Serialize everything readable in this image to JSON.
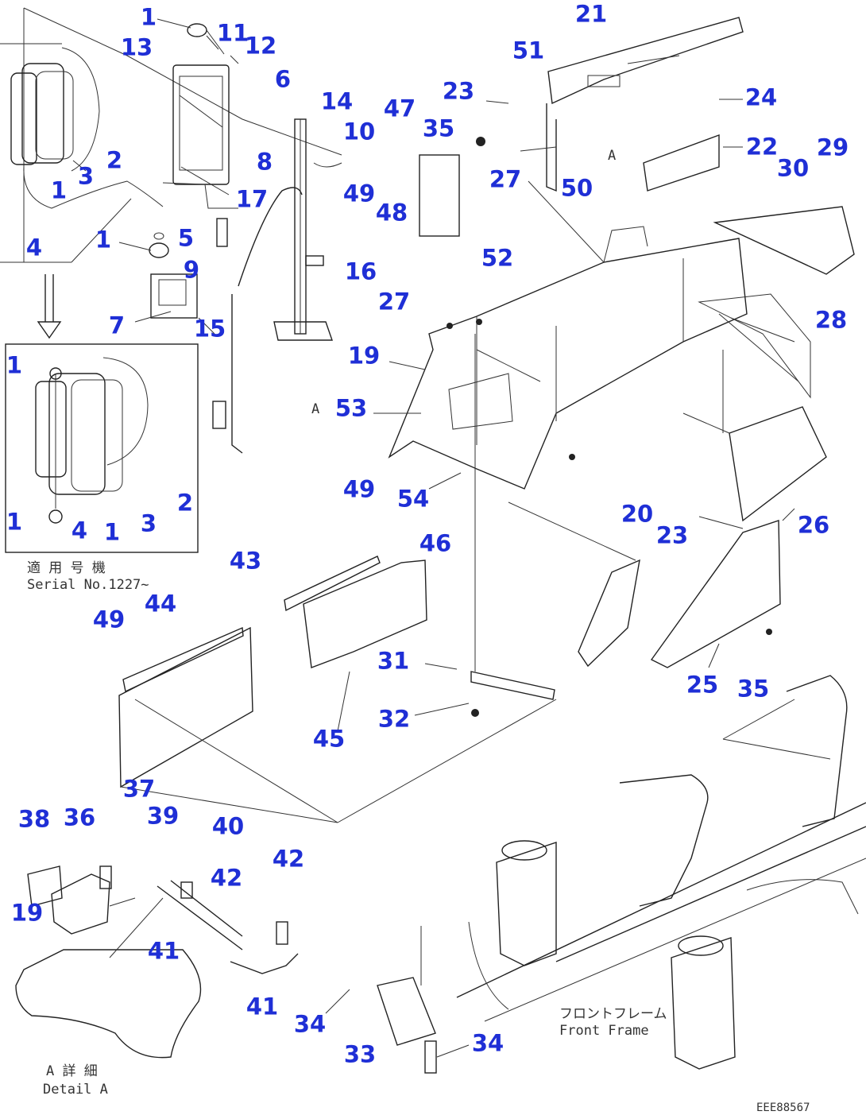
{
  "callouts": [
    {
      "id": "1a",
      "label": "1"
    },
    {
      "id": "11",
      "label": "11"
    },
    {
      "id": "12",
      "label": "12"
    },
    {
      "id": "13",
      "label": "13"
    },
    {
      "id": "6",
      "label": "6"
    },
    {
      "id": "2a",
      "label": "2"
    },
    {
      "id": "3a",
      "label": "3"
    },
    {
      "id": "1b",
      "label": "1"
    },
    {
      "id": "4a",
      "label": "4"
    },
    {
      "id": "8",
      "label": "8"
    },
    {
      "id": "17",
      "label": "17"
    },
    {
      "id": "5",
      "label": "5"
    },
    {
      "id": "1c",
      "label": "1"
    },
    {
      "id": "9",
      "label": "9"
    },
    {
      "id": "7",
      "label": "7"
    },
    {
      "id": "15",
      "label": "15"
    },
    {
      "id": "14",
      "label": "14"
    },
    {
      "id": "10",
      "label": "10"
    },
    {
      "id": "16",
      "label": "16"
    },
    {
      "id": "47",
      "label": "47"
    },
    {
      "id": "35a",
      "label": "35"
    },
    {
      "id": "49a",
      "label": "49"
    },
    {
      "id": "48",
      "label": "48"
    },
    {
      "id": "23a",
      "label": "23"
    },
    {
      "id": "21",
      "label": "21"
    },
    {
      "id": "51",
      "label": "51"
    },
    {
      "id": "24",
      "label": "24"
    },
    {
      "id": "22",
      "label": "22"
    },
    {
      "id": "29",
      "label": "29"
    },
    {
      "id": "30",
      "label": "30"
    },
    {
      "id": "27a",
      "label": "27"
    },
    {
      "id": "50",
      "label": "50"
    },
    {
      "id": "52",
      "label": "52"
    },
    {
      "id": "27b",
      "label": "27"
    },
    {
      "id": "28",
      "label": "28"
    },
    {
      "id": "19a",
      "label": "19"
    },
    {
      "id": "53",
      "label": "53"
    },
    {
      "id": "54",
      "label": "54"
    },
    {
      "id": "26",
      "label": "26"
    },
    {
      "id": "1d",
      "label": "1"
    },
    {
      "id": "1e",
      "label": "1"
    },
    {
      "id": "4b",
      "label": "4"
    },
    {
      "id": "1f",
      "label": "1"
    },
    {
      "id": "3b",
      "label": "3"
    },
    {
      "id": "2b",
      "label": "2"
    },
    {
      "id": "49b",
      "label": "49"
    },
    {
      "id": "46",
      "label": "46"
    },
    {
      "id": "20",
      "label": "20"
    },
    {
      "id": "23b",
      "label": "23"
    },
    {
      "id": "43",
      "label": "43"
    },
    {
      "id": "44",
      "label": "44"
    },
    {
      "id": "49c",
      "label": "49"
    },
    {
      "id": "31",
      "label": "31"
    },
    {
      "id": "25",
      "label": "25"
    },
    {
      "id": "35b",
      "label": "35"
    },
    {
      "id": "32",
      "label": "32"
    },
    {
      "id": "45",
      "label": "45"
    },
    {
      "id": "37",
      "label": "37"
    },
    {
      "id": "38",
      "label": "38"
    },
    {
      "id": "36",
      "label": "36"
    },
    {
      "id": "39",
      "label": "39"
    },
    {
      "id": "40",
      "label": "40"
    },
    {
      "id": "42a",
      "label": "42"
    },
    {
      "id": "42b",
      "label": "42"
    },
    {
      "id": "19b",
      "label": "19"
    },
    {
      "id": "41a",
      "label": "41"
    },
    {
      "id": "41b",
      "label": "41"
    },
    {
      "id": "34a",
      "label": "34"
    },
    {
      "id": "33",
      "label": "33"
    },
    {
      "id": "34b",
      "label": "34"
    }
  ],
  "notes": {
    "serial_jp": "適 用 号 機",
    "serial_en": "Serial No.1227~",
    "front_frame_jp": "フロントフレーム",
    "front_frame_en": "Front Frame",
    "detail_jp": "A 詳 細",
    "detail_en": "Detail A",
    "view_a": "A",
    "view_a_mark": "A",
    "drawing_code": "EEE88567"
  },
  "colors": {
    "callout": "#1f2fd6",
    "line": "#222222"
  }
}
